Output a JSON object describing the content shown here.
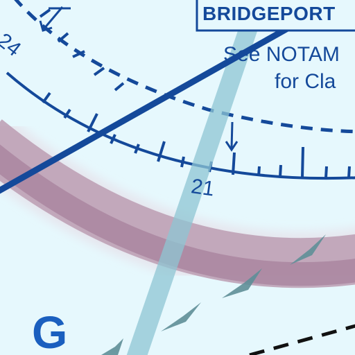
{
  "map": {
    "background_color": "#e6f8fd",
    "chart_blue": "#14499a",
    "victor_airway_color": "#8ec5d3",
    "mode_c_band_color": "#9c6d8d",
    "isogonic_line_color": "#111111",
    "airport_label": "BRIDGEPORT",
    "notam_note_line1": "See NOTAM",
    "notam_note_line2": "for Cla",
    "compass_rose_label_24": "24",
    "compass_rose_label_21": "21",
    "airspace_class_letter": "G",
    "symbols": [
      "compass-rose-arc",
      "class-d-airspace-dashed-boundary",
      "victor-airway",
      "mode-c-veil-band",
      "runway-heading-line",
      "isogonic-dashed-line",
      "direction-arrowheads"
    ]
  }
}
